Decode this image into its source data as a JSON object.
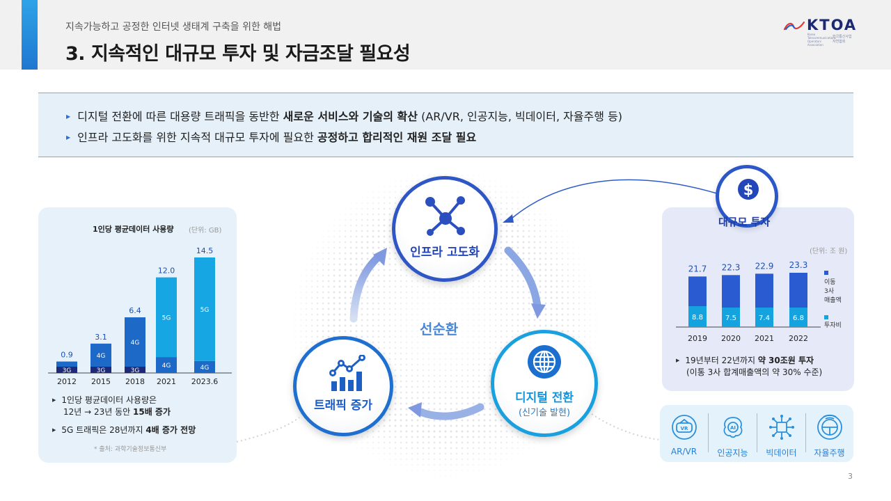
{
  "header": {
    "subtitle": "지속가능하고 공정한 인터넷 생태계 구축을 위한 해법",
    "title": "3. 지속적인 대규모 투자 및 자금조달 필요성",
    "logo_text": "KTOA",
    "logo_small": "Korea Telecommunications Operators Association",
    "logo_kor": "한국통신사업자연합회"
  },
  "summary": {
    "line1": {
      "pre": "디지털 전환에 따른 대용량 트래픽을 동반한 ",
      "bold": "새로운 서비스와 기술의 확산",
      "post": " (AR/VR, 인공지능, 빅데이터, 자율주행 등)"
    },
    "line2": {
      "pre": "인프라 고도화를 위한 지속적 대규모 투자에 필요한 ",
      "bold": "공정하고 합리적인 재원 조달 필요",
      "post": ""
    }
  },
  "left_panel": {
    "title": "1인당 평균데이터 사용량",
    "unit": "(단위: GB)",
    "note1_a": "1인당 평균데이터 사용량은",
    "note1_b": "12년 → 23년 동안 ",
    "note1_bold": "15배 증가",
    "note2_a": "5G 트래픽은 28년까지 ",
    "note2_bold": "4배 증가 전망",
    "source": "* 출처: 과학기술정보통신부"
  },
  "right_panel": {
    "unit": "(단위: 조 원)",
    "note_a": "19년부터 22년까지 ",
    "note_bold": "약 30조원 투자",
    "note_b": "(이통 3사 합계매출액의 약 30% 수준)"
  },
  "invest": {
    "label": "대규모 투자"
  },
  "cycle": {
    "center": "선순환",
    "infra": "인프라 고도화",
    "traffic": "트래픽 증가",
    "digital": "디지털 전환",
    "digital_sub": "(신기술 발현)"
  },
  "tech": {
    "items": [
      {
        "label": "AR/VR",
        "icon": "vr-headset-icon"
      },
      {
        "label": "인공지능",
        "icon": "ai-brain-icon"
      },
      {
        "label": "빅데이터",
        "icon": "bigdata-icon"
      },
      {
        "label": "자율주행",
        "icon": "steering-wheel-icon"
      }
    ]
  },
  "page_number": "3",
  "colors": {
    "navy": "#1b2a73",
    "blue": "#2a5bd0",
    "sky": "#15a3e0",
    "darknavy": "#1d2a7a"
  },
  "chart_data": [
    {
      "type": "bar",
      "title": "1인당 평균데이터 사용량",
      "unit": "(단위: GB)",
      "categories": [
        "2012",
        "2015",
        "2018",
        "2021",
        "2023.6"
      ],
      "totals": [
        0.9,
        3.1,
        6.4,
        12.0,
        14.5
      ],
      "total_labels": [
        "0.9",
        "3.1",
        "6.4",
        "12.0",
        "14.5"
      ],
      "series": [
        {
          "name": "3G",
          "values": [
            0.25,
            0.2,
            0.2,
            0,
            0
          ]
        },
        {
          "name": "4G",
          "values": [
            0.65,
            2.9,
            6.2,
            2.0,
            1.5
          ]
        },
        {
          "name": "5G",
          "values": [
            0,
            0,
            0,
            10.0,
            13.0
          ]
        }
      ],
      "ylim": [
        0,
        14.5
      ]
    },
    {
      "type": "bar",
      "unit": "(단위: 조 원)",
      "categories": [
        "2019",
        "2020",
        "2021",
        "2022"
      ],
      "totals": [
        21.7,
        22.3,
        22.9,
        23.3
      ],
      "series": [
        {
          "name": "이동 3사 매출액",
          "values": [
            21.7,
            22.3,
            22.9,
            23.3
          ]
        },
        {
          "name": "투자비",
          "values": [
            8.8,
            7.5,
            7.4,
            6.8
          ]
        }
      ],
      "legend": [
        "이동\n3사\n매출액",
        "투자비"
      ]
    }
  ]
}
